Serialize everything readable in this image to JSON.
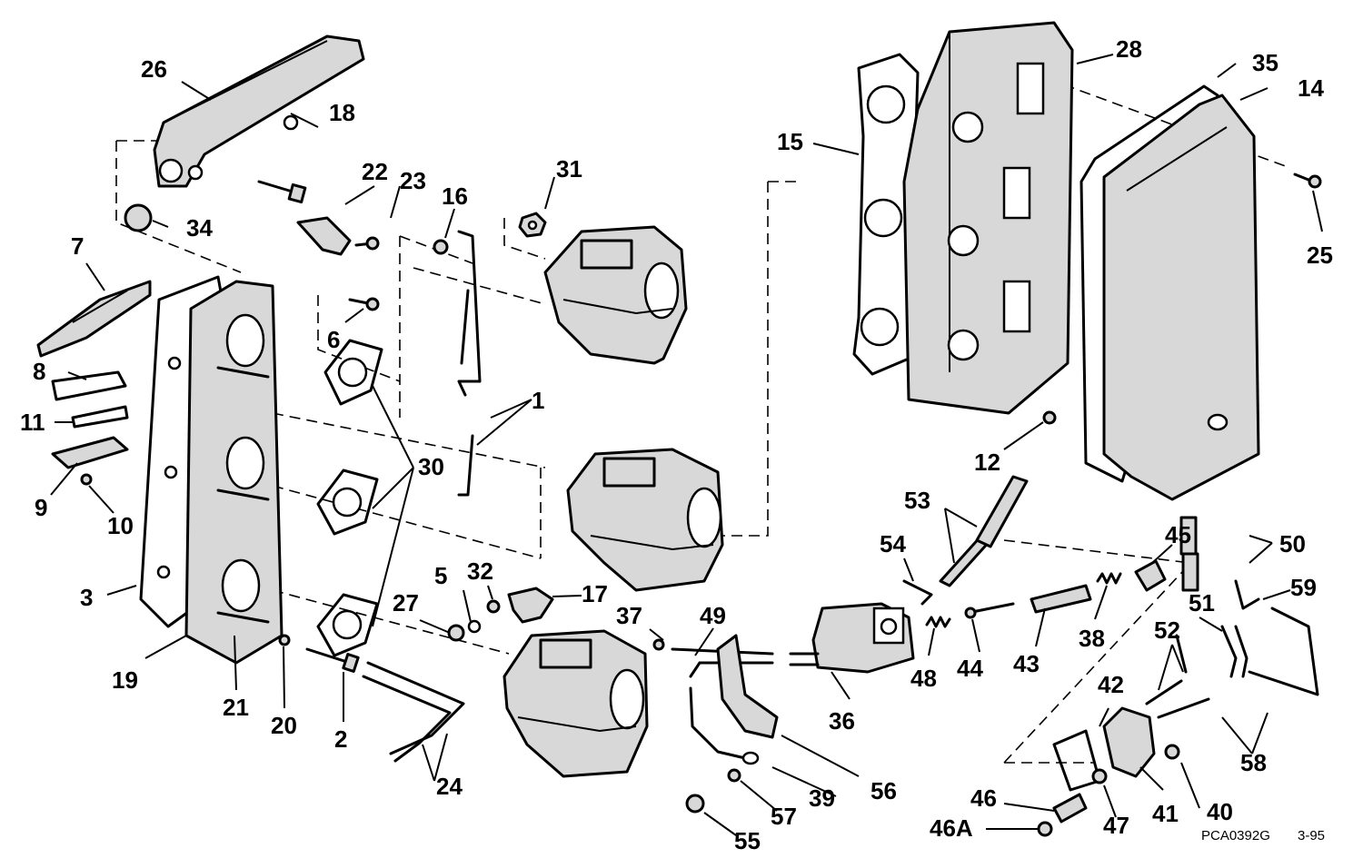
{
  "diagram": {
    "callouts": [
      "1",
      "2",
      "3",
      "5",
      "6",
      "7",
      "8",
      "9",
      "10",
      "11",
      "12",
      "14",
      "15",
      "16",
      "17",
      "18",
      "19",
      "20",
      "21",
      "22",
      "23",
      "24",
      "25",
      "26",
      "27",
      "28",
      "30",
      "31",
      "32",
      "34",
      "35",
      "36",
      "37",
      "38",
      "39",
      "40",
      "41",
      "42",
      "43",
      "44",
      "45",
      "46",
      "46A",
      "47",
      "48",
      "49",
      "50",
      "51",
      "52",
      "53",
      "54",
      "55",
      "56",
      "57",
      "58",
      "59"
    ],
    "drawing_code": "PCA0392G",
    "revision_date": "3-95"
  }
}
